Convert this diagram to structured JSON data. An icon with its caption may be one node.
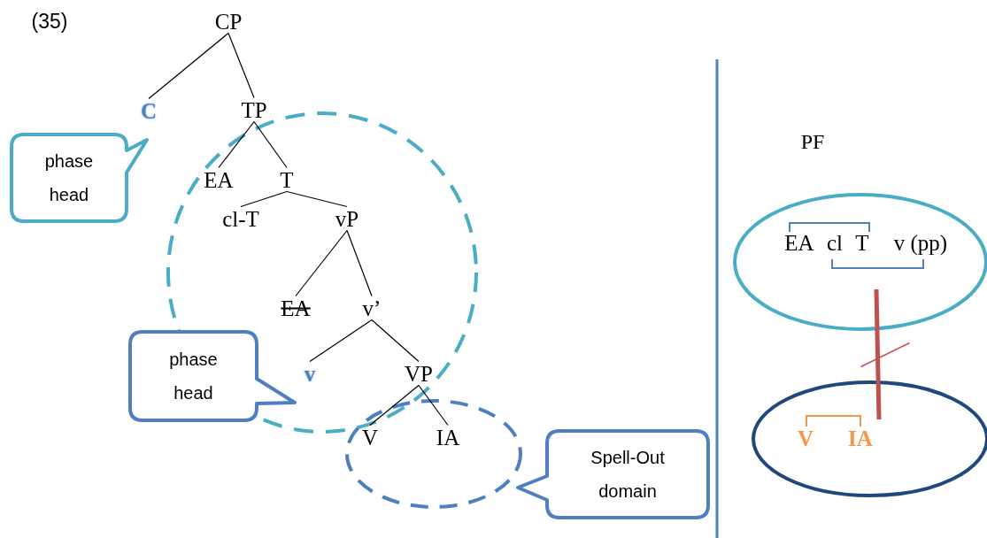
{
  "diagram": {
    "nodes": [
      {
        "text": [
          "CP"
        ]
      },
      {
        "text": [
          "C"
        ]
      },
      {
        "text": [
          "TP"
        ]
      },
      {
        "text": [
          "phase head"
        ]
      },
      {
        "text": [
          "EA"
        ]
      },
      {
        "text": [
          "T"
        ]
      },
      {
        "text": [
          "cl-T"
        ]
      },
      {
        "text": [
          "vP"
        ]
      },
      {
        "text": [
          "EA"
        ]
      },
      {
        "text": [
          "v’"
        ]
      },
      {
        "text": [
          "phase head"
        ]
      },
      {
        "text": [
          "v"
        ]
      },
      {
        "text": [
          "VP"
        ]
      },
      {
        "text": [
          "V"
        ]
      },
      {
        "text": [
          "IA"
        ]
      },
      {
        "text": [
          "Spell-Out domain"
        ]
      },
      {
        "text": [
          "EA",
          "cl",
          "T",
          "v (pp)"
        ]
      },
      {
        "text": [
          "V",
          "IA"
        ]
      }
    ],
    "edges": [
      {
        "from": 0,
        "to": 1,
        "arrow": "none"
      },
      {
        "from": 0,
        "to": 2,
        "arrow": "none"
      },
      {
        "from": 2,
        "to": 4,
        "arrow": "none"
      },
      {
        "from": 2,
        "to": 5,
        "arrow": "none"
      },
      {
        "from": 5,
        "to": 6,
        "arrow": "none"
      },
      {
        "from": 5,
        "to": 7,
        "arrow": "none"
      },
      {
        "from": 7,
        "to": 8,
        "arrow": "none"
      },
      {
        "from": 7,
        "to": 9,
        "arrow": "none"
      },
      {
        "from": 9,
        "to": 11,
        "arrow": "none"
      },
      {
        "from": 9,
        "to": 12,
        "arrow": "none"
      },
      {
        "from": 12,
        "to": 13,
        "arrow": "none"
      },
      {
        "from": 12,
        "to": 14,
        "arrow": "none"
      },
      {
        "from": 16,
        "to": 17,
        "arrow": "none",
        "style": "thick",
        "color": "#c0504d"
      }
    ],
    "labels": [
      "(35)",
      "PF"
    ]
  }
}
